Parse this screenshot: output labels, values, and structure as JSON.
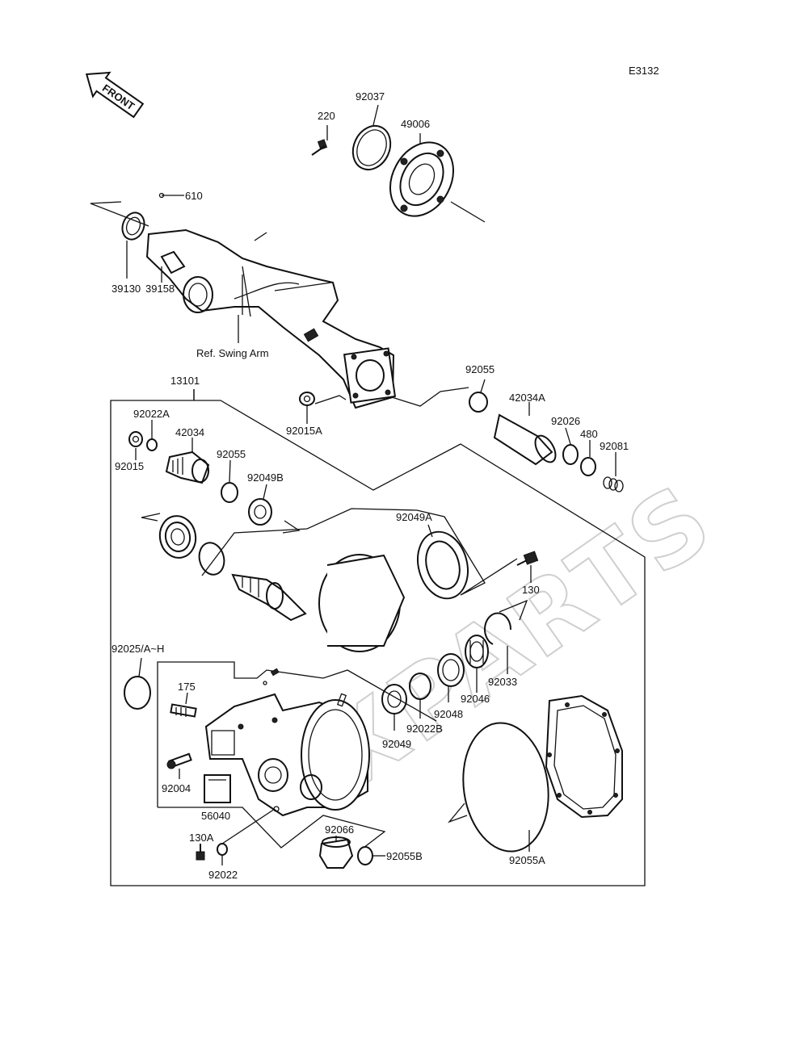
{
  "diagram_code": "E3132",
  "front_arrow": "FRONT",
  "watermark": "XPARTS",
  "part_labels": {
    "p92037": "92037",
    "p220": "220",
    "p49006": "49006",
    "p610": "610",
    "p39130": "39130",
    "p39158": "39158",
    "ref_swing_arm": "Ref. Swing Arm",
    "p13101": "13101",
    "p92055_top": "92055",
    "p42034A": "42034A",
    "p92026": "92026",
    "p480": "480",
    "p92081": "92081",
    "p92015A": "92015A",
    "p92022A": "92022A",
    "p42034": "42034",
    "p92015": "92015",
    "p92055_mid": "92055",
    "p92049B": "92049B",
    "p92049A": "92049A",
    "p130": "130",
    "p92025": "92025/A~H",
    "p175": "175",
    "p92033": "92033",
    "p92046": "92046",
    "p92048": "92048",
    "p92022B": "92022B",
    "p92049": "92049",
    "p92004": "92004",
    "p56040": "56040",
    "p130A": "130A",
    "p92022": "92022",
    "p92066": "92066",
    "p92055B": "92055B",
    "p92055A": "92055A"
  }
}
